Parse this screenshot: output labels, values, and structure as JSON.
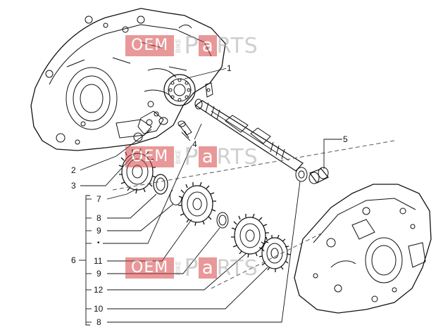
{
  "watermark": {
    "oem": "OEM",
    "bike": "BIKE",
    "p": "P",
    "a": "a",
    "rts": "RTS",
    "accent": "#d64545",
    "grey": "#a8a8a8"
  },
  "callouts": {
    "c1": "1",
    "c2": "2",
    "c3": "3",
    "c4": "4",
    "c5": "5",
    "c6": "6",
    "c7": "7",
    "c8a": "8",
    "c9a": "9",
    "cdot": "•",
    "c11": "11",
    "c9b": "9",
    "c12": "12",
    "c10": "10",
    "c8b": "8"
  }
}
